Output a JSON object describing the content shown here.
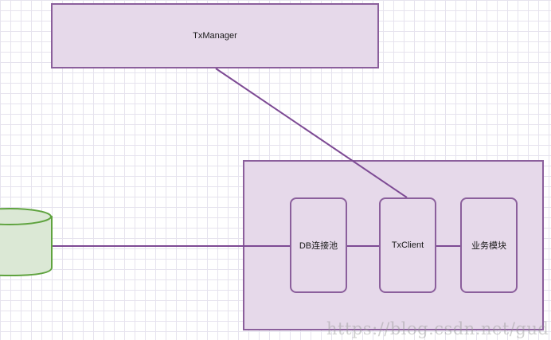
{
  "diagram": {
    "nodes": {
      "tx_manager": "TxManager",
      "db_pool": "DB连接池",
      "tx_client": "TxClient",
      "business_module": "业务模块"
    },
    "edges": [
      {
        "from": "tx_manager",
        "to": "tx_client"
      },
      {
        "from": "database",
        "to": "db_pool"
      },
      {
        "from": "db_pool",
        "to": "tx_client"
      },
      {
        "from": "tx_client",
        "to": "business_module"
      }
    ],
    "colors": {
      "box_fill": "#e6d9ea",
      "box_border": "#8b5f9c",
      "database_fill": "#dbe8d5",
      "database_border": "#5fa33f",
      "grid": "#e6e3ee"
    }
  },
  "watermark": "https://blog.csdn.net/gud"
}
